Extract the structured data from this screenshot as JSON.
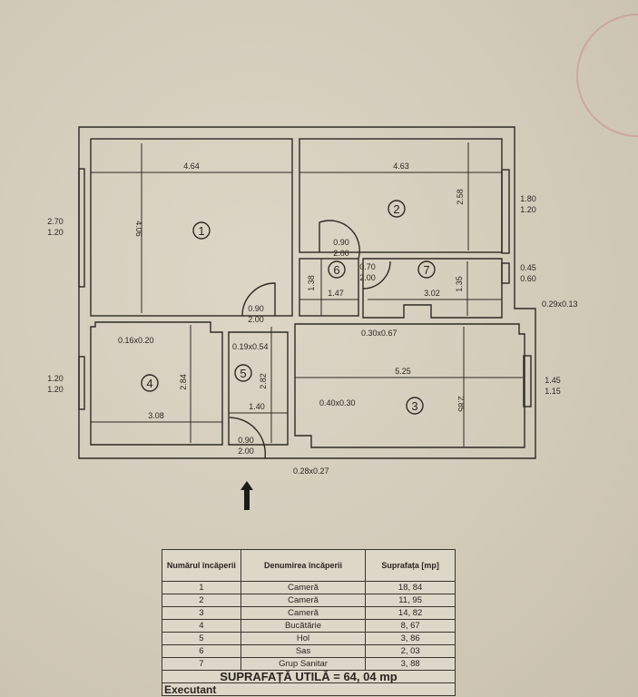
{
  "plan": {
    "rooms": {
      "r1": "1",
      "r2": "2",
      "r3": "3",
      "r4": "4",
      "r5": "5",
      "r6": "6",
      "r7": "7"
    },
    "dims": {
      "r1_w": "4.64",
      "r1_h": "4.06",
      "r2_w": "4.63",
      "r2_h": "2.58",
      "r6_w": "1.47",
      "r6_h": "1.38",
      "r7_w": "3.02",
      "r7_h": "1.35",
      "r4_w": "3.08",
      "r4_h": "2.84",
      "r5_w": "1.40",
      "r5_h": "2.82",
      "r3_w": "5.25",
      "r3_h": "2.85"
    },
    "openings": {
      "w_left1_a": "2.70",
      "w_left1_b": "1.20",
      "w_left2_a": "1.20",
      "w_left2_b": "1.20",
      "w_right1_a": "1.80",
      "w_right1_b": "1.20",
      "w_right2_a": "0.45",
      "w_right2_b": "0.60",
      "w_right3_a": "1.45",
      "w_right3_b": "1.15",
      "d1_a": "0.90",
      "d1_b": "2.00",
      "d6_a": "0.90",
      "d6_b": "2.00",
      "d7_a": "0.70",
      "d7_b": "2.00",
      "d_entry_a": "0.90",
      "d_entry_b": "2.00"
    },
    "notes": {
      "n1": "0.16x0.20",
      "n2": "0.19x0.54",
      "n3": "0.30x0.67",
      "n4": "0.29x0.13",
      "n5": "0.40x0.30",
      "n6": "0.28x0.27"
    }
  },
  "table": {
    "headers": [
      "Numărul încăperii",
      "Denumirea încăperii",
      "Suprafața [mp]"
    ],
    "rows": [
      [
        "1",
        "Cameră",
        "18, 84"
      ],
      [
        "2",
        "Cameră",
        "11, 95"
      ],
      [
        "3",
        "Cameră",
        "14, 82"
      ],
      [
        "4",
        "Bucătărie",
        "8, 67"
      ],
      [
        "5",
        "Hol",
        "3, 86"
      ],
      [
        "6",
        "Sas",
        "2, 03"
      ],
      [
        "7",
        "Grup Sanitar",
        "3, 88"
      ]
    ],
    "total": "SUPRAFAȚĂ UTILĂ = 64, 04 mp",
    "executant": "Executant"
  }
}
